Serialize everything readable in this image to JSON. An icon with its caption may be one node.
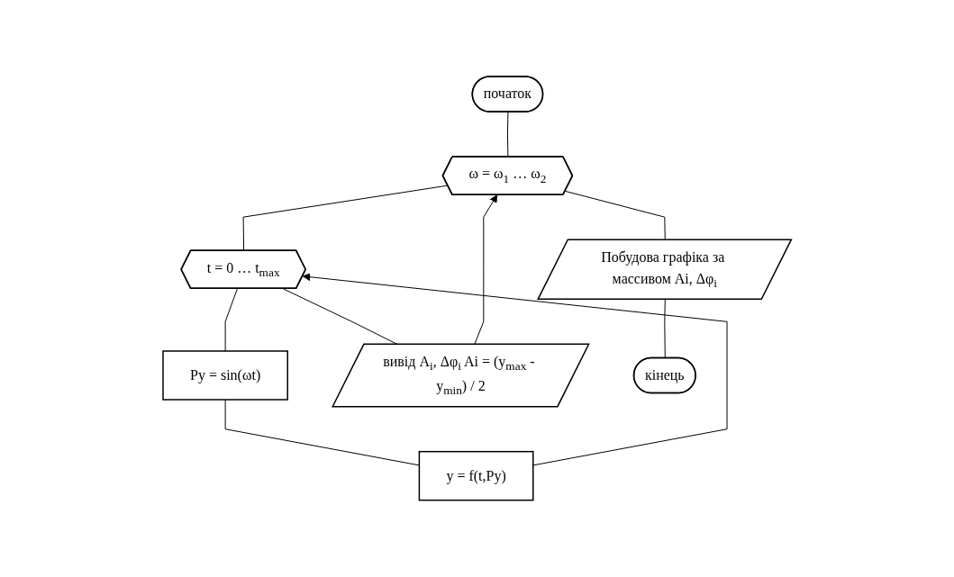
{
  "diagram": {
    "nodes": [
      {
        "text": [
          "початок"
        ]
      },
      {
        "text": [
          "ω = ω$_{1}$ … ω$_{2}$"
        ]
      },
      {
        "text": [
          "t = 0 … t$_{max}$"
        ]
      },
      {
        "text": [
          "Py = sin(ωt)"
        ]
      },
      {
        "text": [
          "y = f(t,Py)"
        ]
      },
      {
        "text": [
          "вивід A$_{i}$, Δφ$_{i}$ Ai = (y$_{max}$ - y$_{min}$) / 2"
        ]
      },
      {
        "text": [
          "Побудова графіка за массивом Ai, Δφ$_{i}$"
        ]
      },
      {
        "text": [
          "кінець"
        ]
      }
    ],
    "edges": [
      {
        "from": 0,
        "to": 1,
        "arrow": "none"
      },
      {
        "from": 1,
        "to": 2,
        "arrow": "none"
      },
      {
        "from": 2,
        "to": 3,
        "arrow": "none"
      },
      {
        "from": 3,
        "to": 4,
        "arrow": "none"
      },
      {
        "from": 4,
        "to": 2,
        "arrow": "to"
      },
      {
        "from": 2,
        "to": 5,
        "arrow": "none"
      },
      {
        "from": 5,
        "to": 1,
        "arrow": "to"
      },
      {
        "from": 1,
        "to": 6,
        "arrow": "none"
      },
      {
        "from": 6,
        "to": 7,
        "arrow": "none"
      }
    ]
  }
}
